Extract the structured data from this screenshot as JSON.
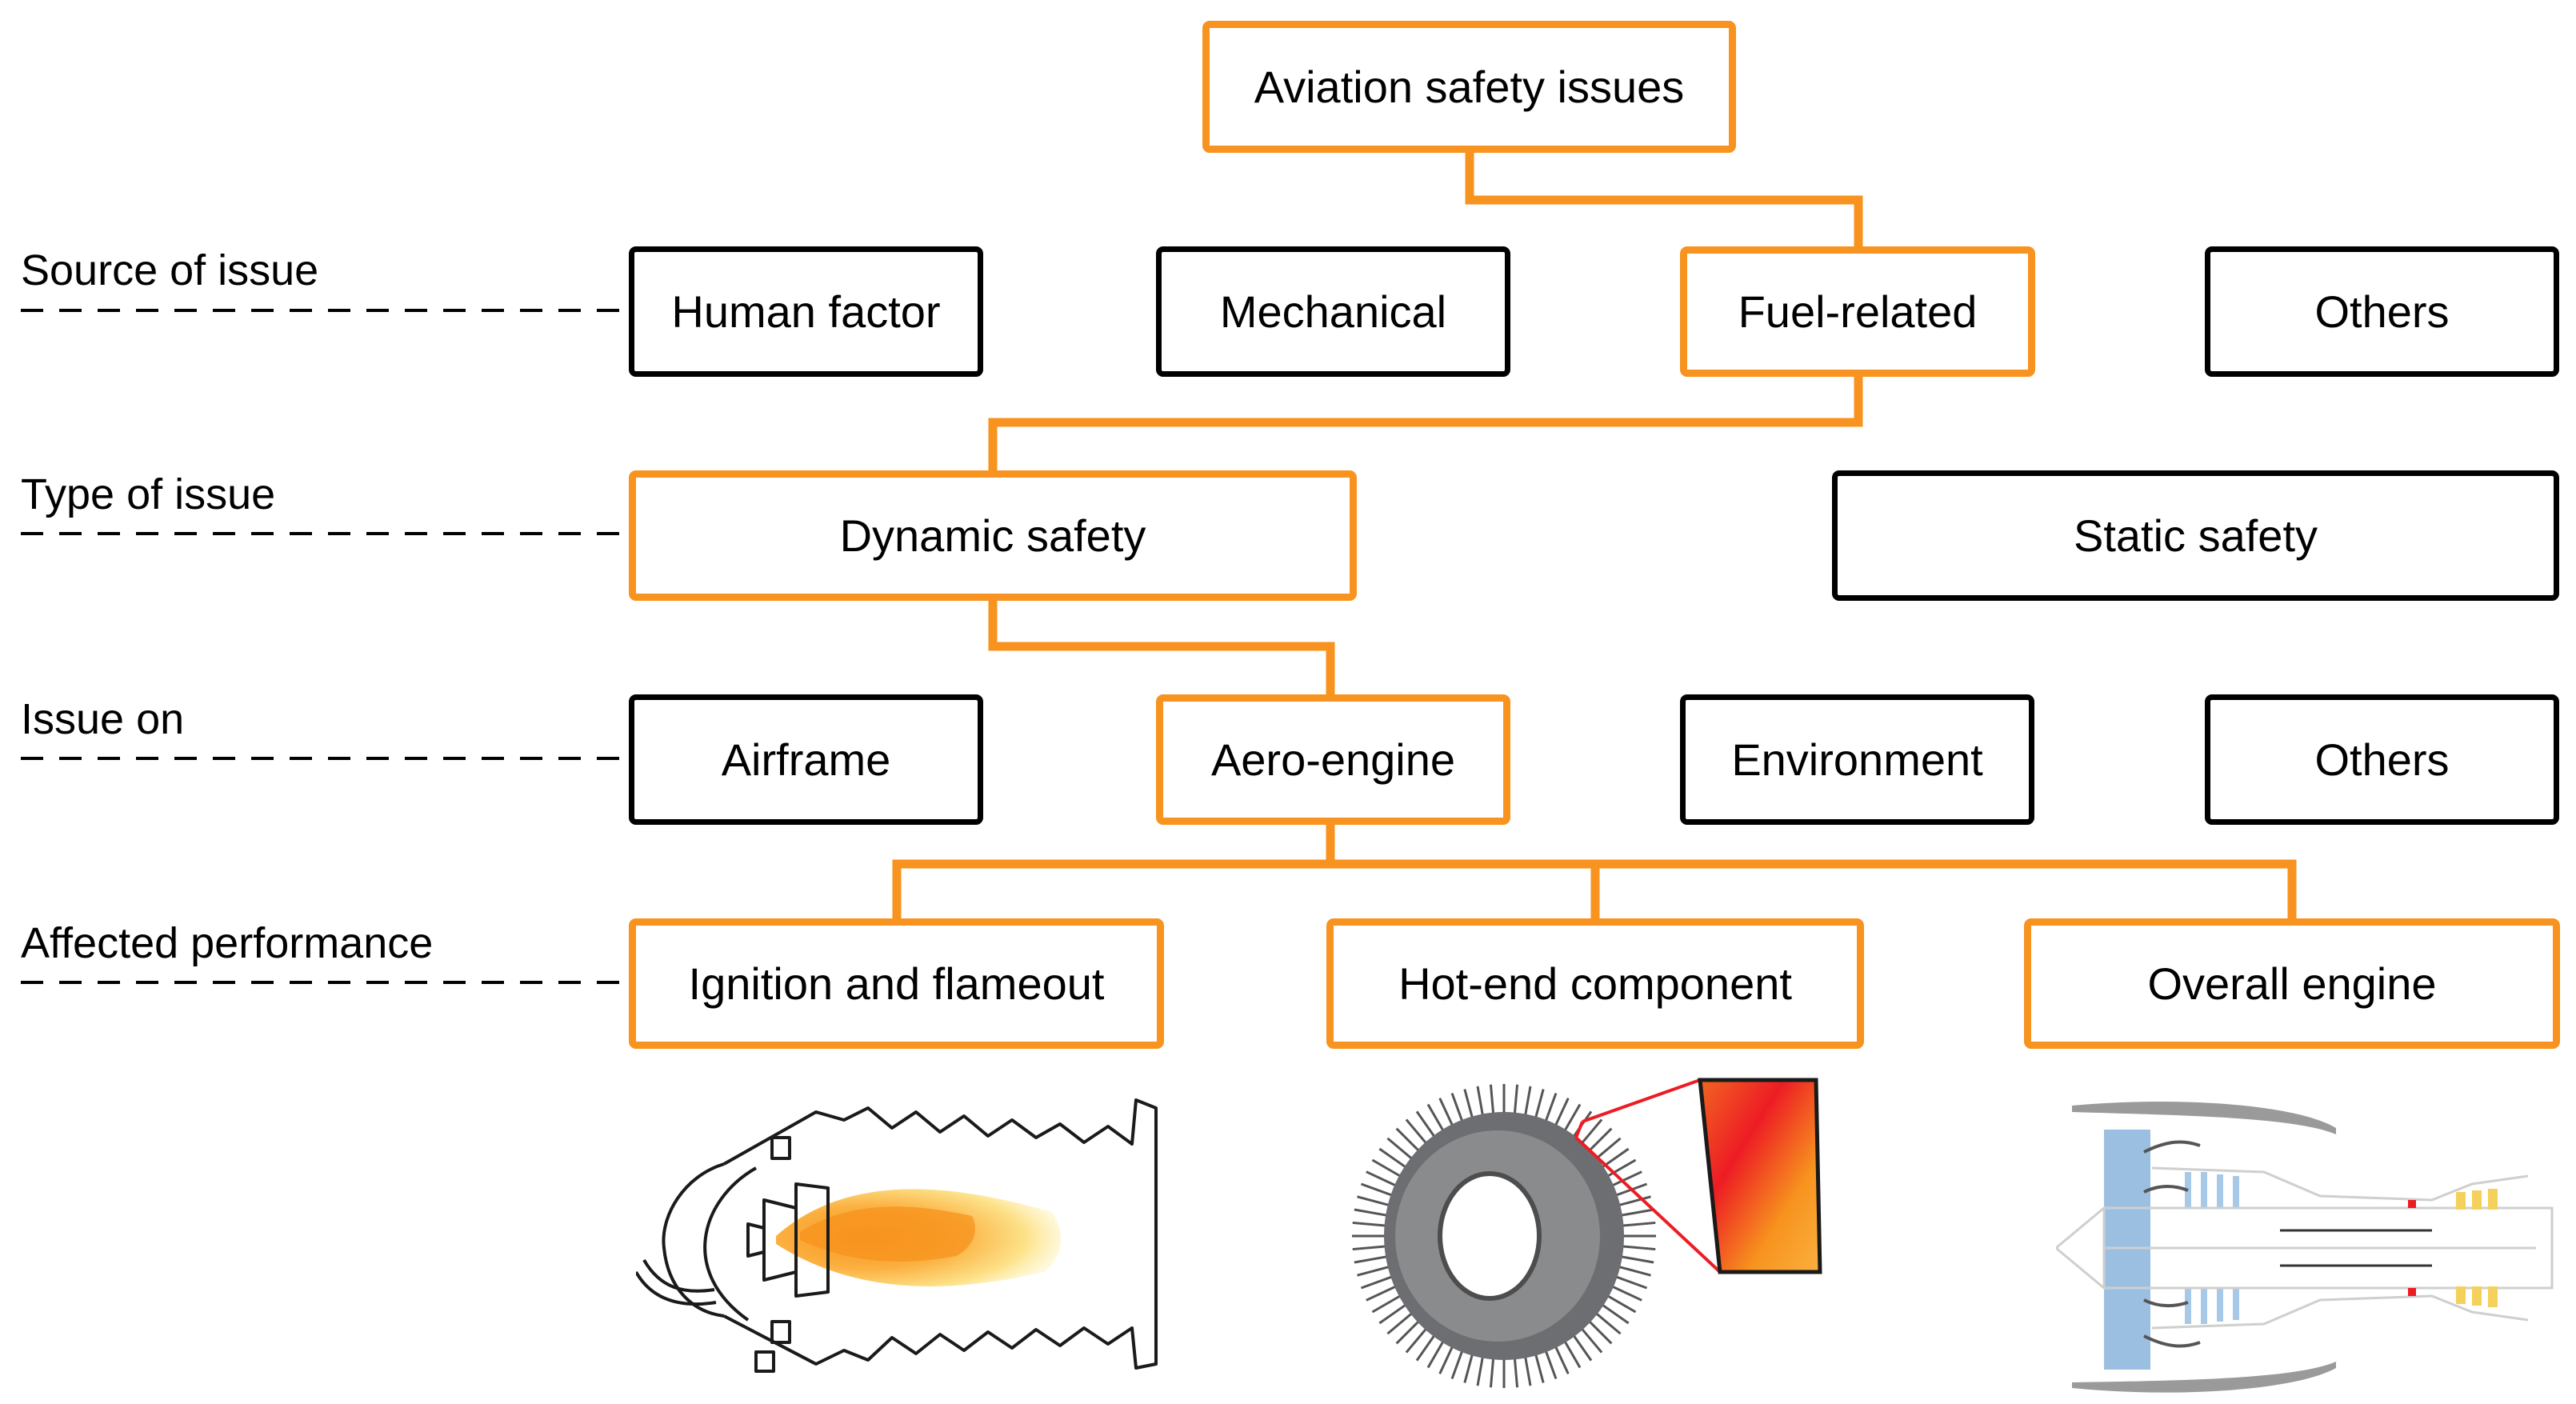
{
  "root": {
    "label": "Aviation safety issues"
  },
  "rows": {
    "source": {
      "label": "Source of issue"
    },
    "type": {
      "label": "Type of issue"
    },
    "issue_on": {
      "label": "Issue on"
    },
    "affected": {
      "label": "Affected performance"
    }
  },
  "source_boxes": [
    "Human factor",
    "Mechanical",
    "Fuel-related",
    "Others"
  ],
  "type_boxes": [
    "Dynamic safety",
    "Static safety"
  ],
  "issue_boxes": [
    "Airframe",
    "Aero-engine",
    "Environment",
    "Others"
  ],
  "affected_boxes": [
    "Ignition and flameout",
    "Hot-end component",
    "Overall engine"
  ],
  "colors": {
    "highlight": "#f7931e",
    "neutral": "#000000"
  },
  "illustrations": [
    "combustor-icon",
    "turbine-disk-icon",
    "turbofan-engine-icon"
  ]
}
